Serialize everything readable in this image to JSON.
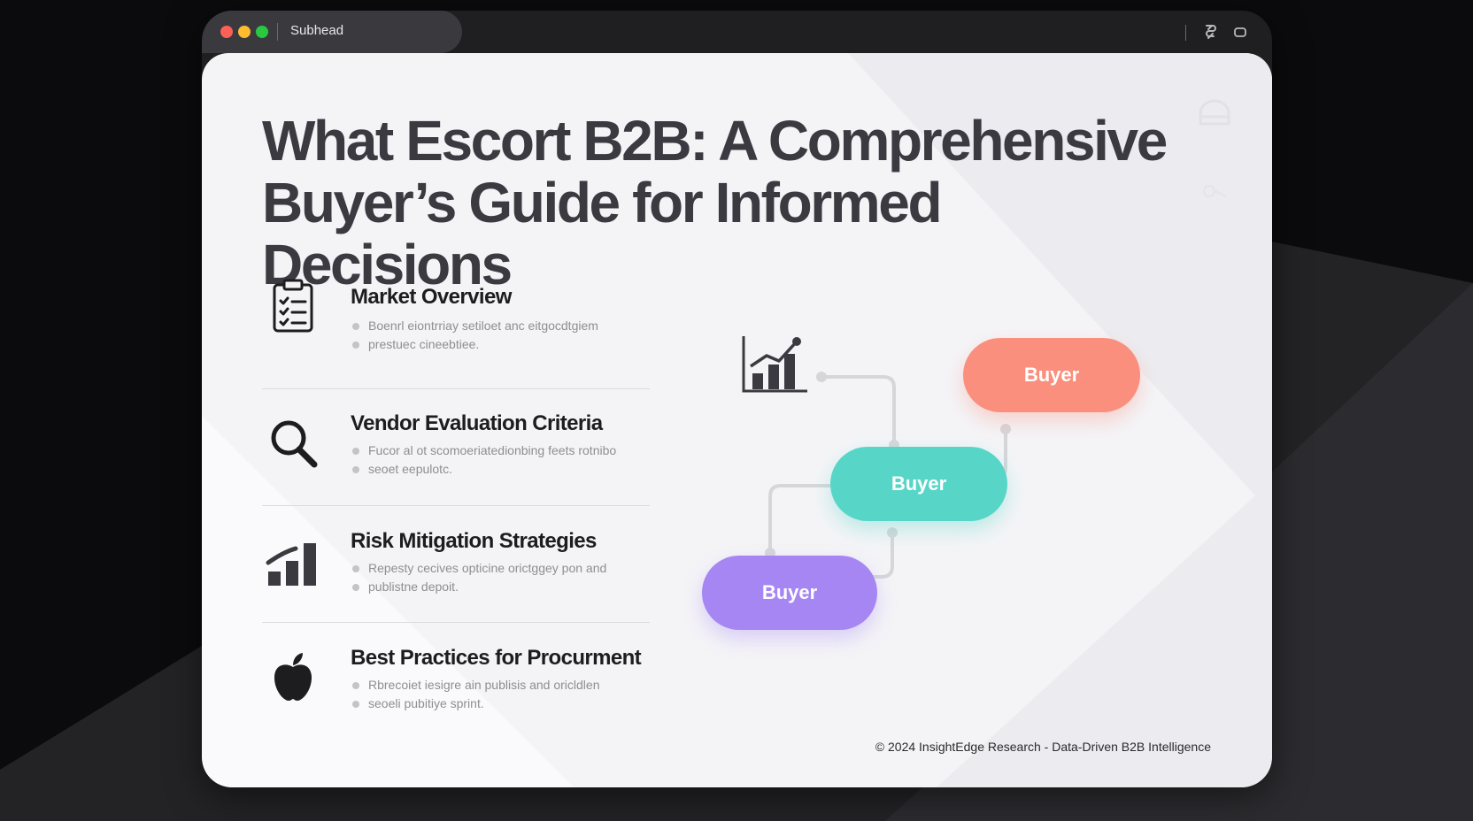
{
  "window": {
    "tab_title": "Subhead"
  },
  "slide": {
    "headline": "What Escort B2B: A Comprehensive Buyer’s Guide for Informed Decisions",
    "features": [
      {
        "icon": "checklist-icon",
        "title": "Market Overview",
        "bullets": [
          "Boenrl eiontrriay  setiloet anc eitgocdtgiem",
          "prestuec cineebtiee."
        ]
      },
      {
        "icon": "magnifier-icon",
        "title": "Vendor Evaluation Criteria",
        "bullets": [
          "Fucor al ot scomoeriatedionbing feets rotnibo",
          "seoet eepulotc."
        ]
      },
      {
        "icon": "bar-chart-icon",
        "title": "Risk Mitigation Strategies",
        "bullets": [
          "Repesty cecives opticine orictggey pon and",
          "publistne depoit."
        ]
      },
      {
        "icon": "apple-icon",
        "title": "Best Practices for Procurment",
        "bullets": [
          "Rbrecoiet iesigre ain  publisis and oricldlen",
          "seoeli pubitiye sprint."
        ]
      }
    ],
    "flow": {
      "icon": "growth-chart-icon",
      "nodes": [
        {
          "label": "Buyer",
          "color": "#fb8f7d"
        },
        {
          "label": "Buyer",
          "color": "#57d6c8"
        },
        {
          "label": "Buyer",
          "color": "#a586f3"
        }
      ]
    },
    "footer": "© 2024 InsightEdge Research - Data-Driven B2B Intelligence"
  }
}
